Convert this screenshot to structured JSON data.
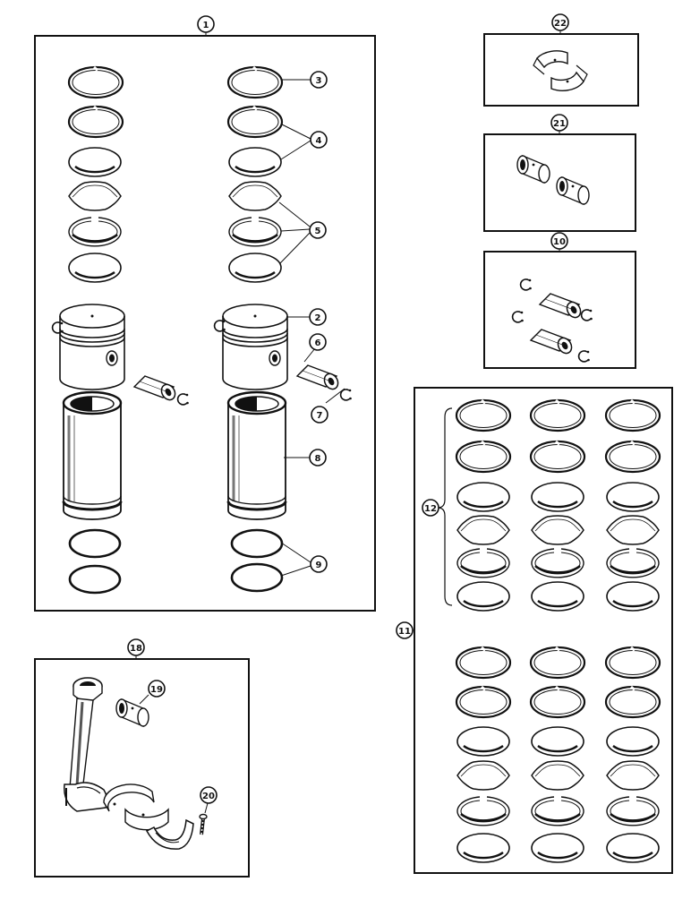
{
  "callouts": {
    "c1": "1",
    "c2": "2",
    "c3": "3",
    "c4": "4",
    "c5": "5",
    "c6": "6",
    "c7": "7",
    "c8": "8",
    "c9": "9",
    "c10": "10",
    "c11": "11",
    "c12": "12",
    "c18": "18",
    "c19": "19",
    "c20": "20",
    "c21": "21",
    "c22": "22"
  },
  "colors": {
    "ink": "#111111",
    "paper": "#ffffff",
    "shade": "#777777"
  }
}
